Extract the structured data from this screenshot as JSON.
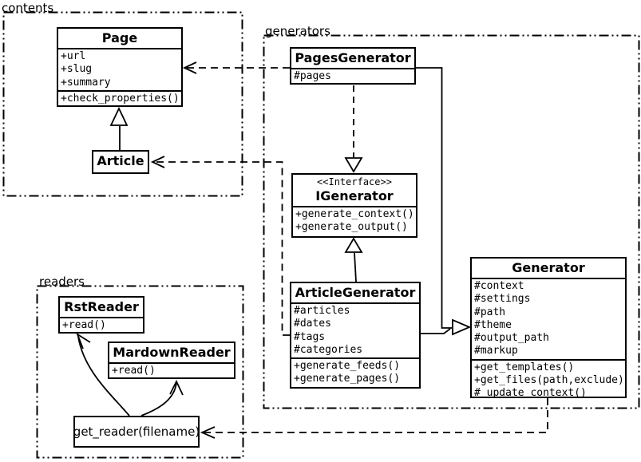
{
  "diagram": {
    "packages": [
      {
        "id": "contents",
        "label": "contents"
      },
      {
        "id": "generators",
        "label": "generators"
      },
      {
        "id": "readers",
        "label": "readers"
      }
    ],
    "classes": {
      "page": {
        "name": "Page",
        "attrs": [
          "+url",
          "+slug",
          "+summary"
        ],
        "methods": [
          "+check_properties()"
        ]
      },
      "article": {
        "name": "Article"
      },
      "pages_generator": {
        "name": "PagesGenerator",
        "attrs": [
          "#pages"
        ]
      },
      "igenerator": {
        "stereotype": "<<Interface>>",
        "name": "IGenerator",
        "methods": [
          "+generate_context()",
          "+generate_output()"
        ]
      },
      "article_generator": {
        "name": "ArticleGenerator",
        "attrs": [
          "#articles",
          "#dates",
          "#tags",
          "#categories"
        ],
        "methods": [
          "+generate_feeds()",
          "+generate_pages()"
        ]
      },
      "generator": {
        "name": "Generator",
        "attrs": [
          "#context",
          "#settings",
          "#path",
          "#theme",
          "#output_path",
          "#markup"
        ],
        "methods": [
          "+get_templates()",
          "+get_files(path,exclude)",
          "#_update_context()"
        ]
      },
      "rst_reader": {
        "name": "RstReader",
        "methods": [
          "+read()"
        ]
      },
      "mardown_reader": {
        "name": "MardownReader",
        "methods": [
          "+read()"
        ]
      },
      "get_reader": {
        "label": "get_reader(filename)"
      }
    },
    "colors": {
      "line": "#000000",
      "background": "#ffffff",
      "box_fill": "#ffffff"
    }
  }
}
